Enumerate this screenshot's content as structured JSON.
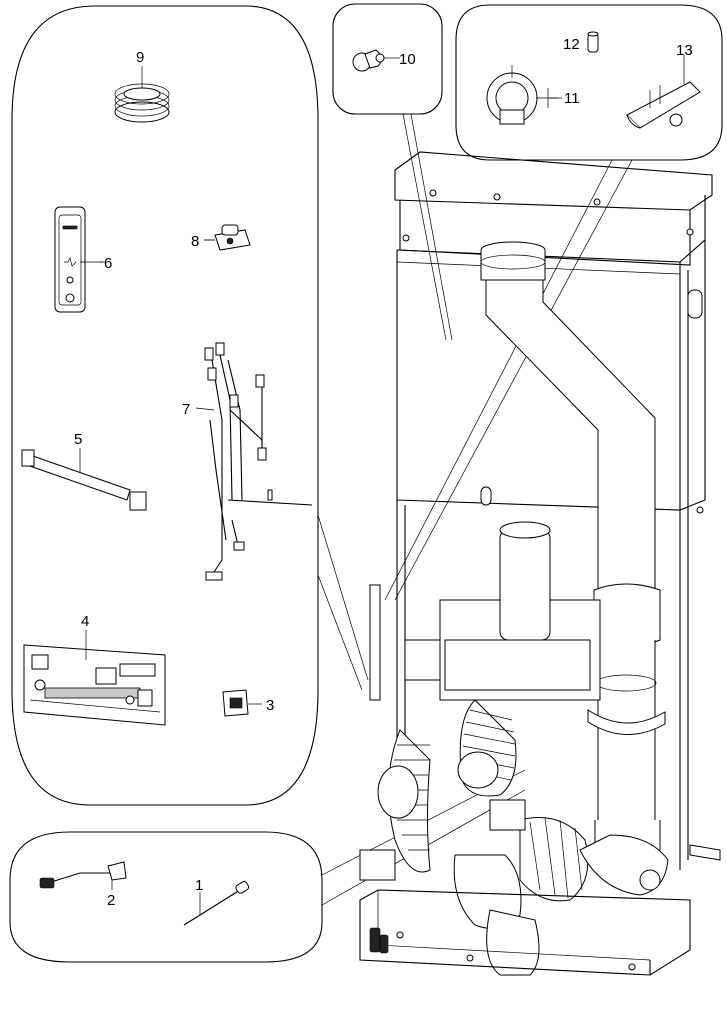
{
  "parts": [
    {
      "number": "1"
    },
    {
      "number": "2"
    },
    {
      "number": "3"
    },
    {
      "number": "4"
    },
    {
      "number": "5"
    },
    {
      "number": "6"
    },
    {
      "number": "7"
    },
    {
      "number": "8"
    },
    {
      "number": "9"
    },
    {
      "number": "10"
    },
    {
      "number": "11"
    },
    {
      "number": "12"
    },
    {
      "number": "13"
    }
  ],
  "colors": {
    "line": "#000000",
    "background": "#ffffff",
    "shade": "#c8c8c8"
  }
}
